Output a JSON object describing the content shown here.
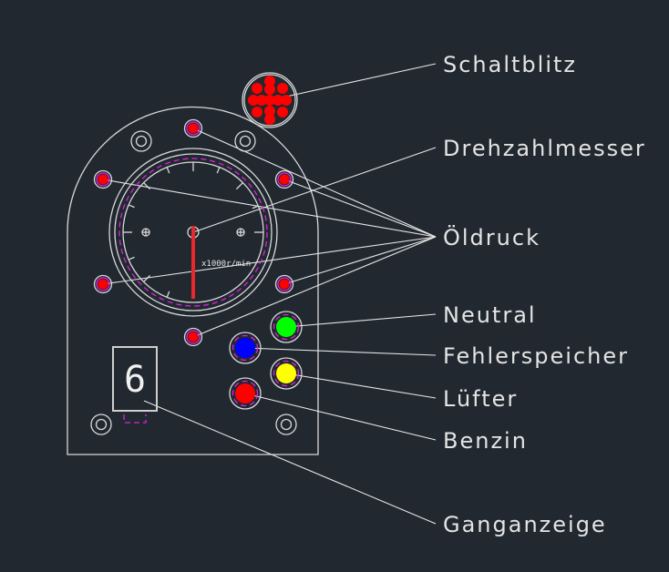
{
  "labels": {
    "schaltblitz": "Schaltblitz",
    "drehzahlmesser": "Drehzahlmesser",
    "oeldruck": "Öldruck",
    "neutral": "Neutral",
    "fehlerspeicher": "Fehlerspeicher",
    "luefter": "Lüfter",
    "benzin": "Benzin",
    "ganganzeige": "Ganganzeige"
  },
  "gauge": {
    "unit_label": "x1000r/min"
  },
  "gear_display": {
    "value": "6"
  },
  "colors": {
    "neutral": "#00ff00",
    "fehlerspeicher": "#0000ff",
    "luefter": "#ffff00",
    "benzin": "#ff0000",
    "oeldruck": "#ff0000",
    "schaltblitz": "#ff0000",
    "needle": "#e8282a",
    "outline": "#d8d8d8",
    "dashed": "#e020e0"
  }
}
